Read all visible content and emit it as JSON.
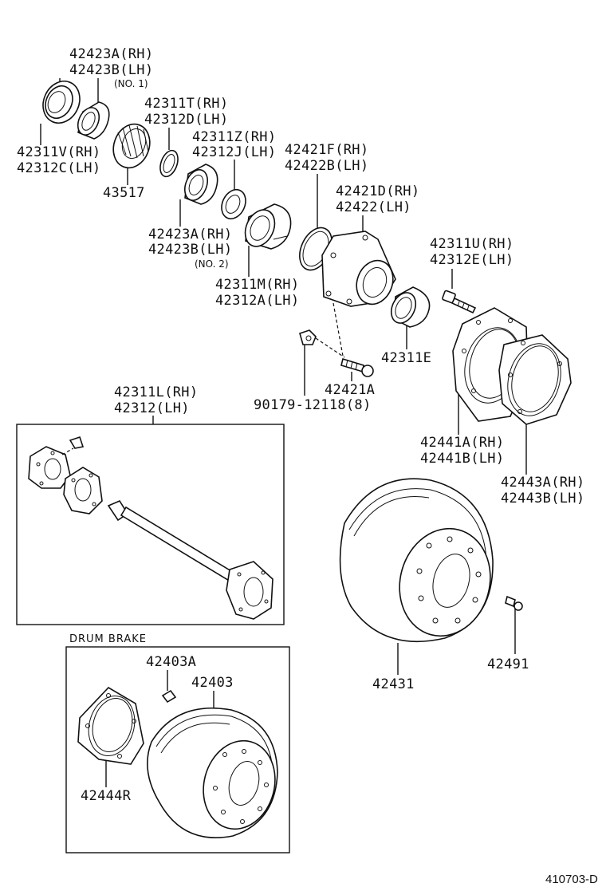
{
  "diagram": {
    "reference_code": "410703-D",
    "drum_brake_caption": "DRUM  BRAKE",
    "labels": {
      "p42423A_rh": "42423A(RH)",
      "p42423B_lh": "42423B(LH)",
      "no1": "(NO. 1)",
      "p42311T_rh": "42311T(RH)",
      "p42312D_lh": "42312D(LH)",
      "p42311Z_rh": "42311Z(RH)",
      "p42312J_lh": "42312J(LH)",
      "p42421F_rh": "42421F(RH)",
      "p42422B_lh": "42422B(LH)",
      "p42311V_rh": "42311V(RH)",
      "p42312C_lh": "42312C(LH)",
      "p43517": "43517",
      "p42421D_rh": "42421D(RH)",
      "p42422_lh": "42422(LH)",
      "p42423A_rh_2": "42423A(RH)",
      "p42423B_lh_2": "42423B(LH)",
      "no2": "(NO. 2)",
      "p42311M_rh": "42311M(RH)",
      "p42312A_lh": "42312A(LH)",
      "p42311U_rh": "42311U(RH)",
      "p42312E_lh": "42312E(LH)",
      "p42311E": "42311E",
      "p42421A": "42421A",
      "p90179": "90179-12118(8)",
      "p42311L_rh": "42311L(RH)",
      "p42312_lh": "42312(LH)",
      "p42441A_rh": "42441A(RH)",
      "p42441B_lh": "42441B(LH)",
      "p42443A_rh": "42443A(RH)",
      "p42443B_lh": "42443B(LH)",
      "p42431": "42431",
      "p42491": "42491",
      "p42403A": "42403A",
      "p42403": "42403",
      "p42444R": "42444R"
    }
  }
}
